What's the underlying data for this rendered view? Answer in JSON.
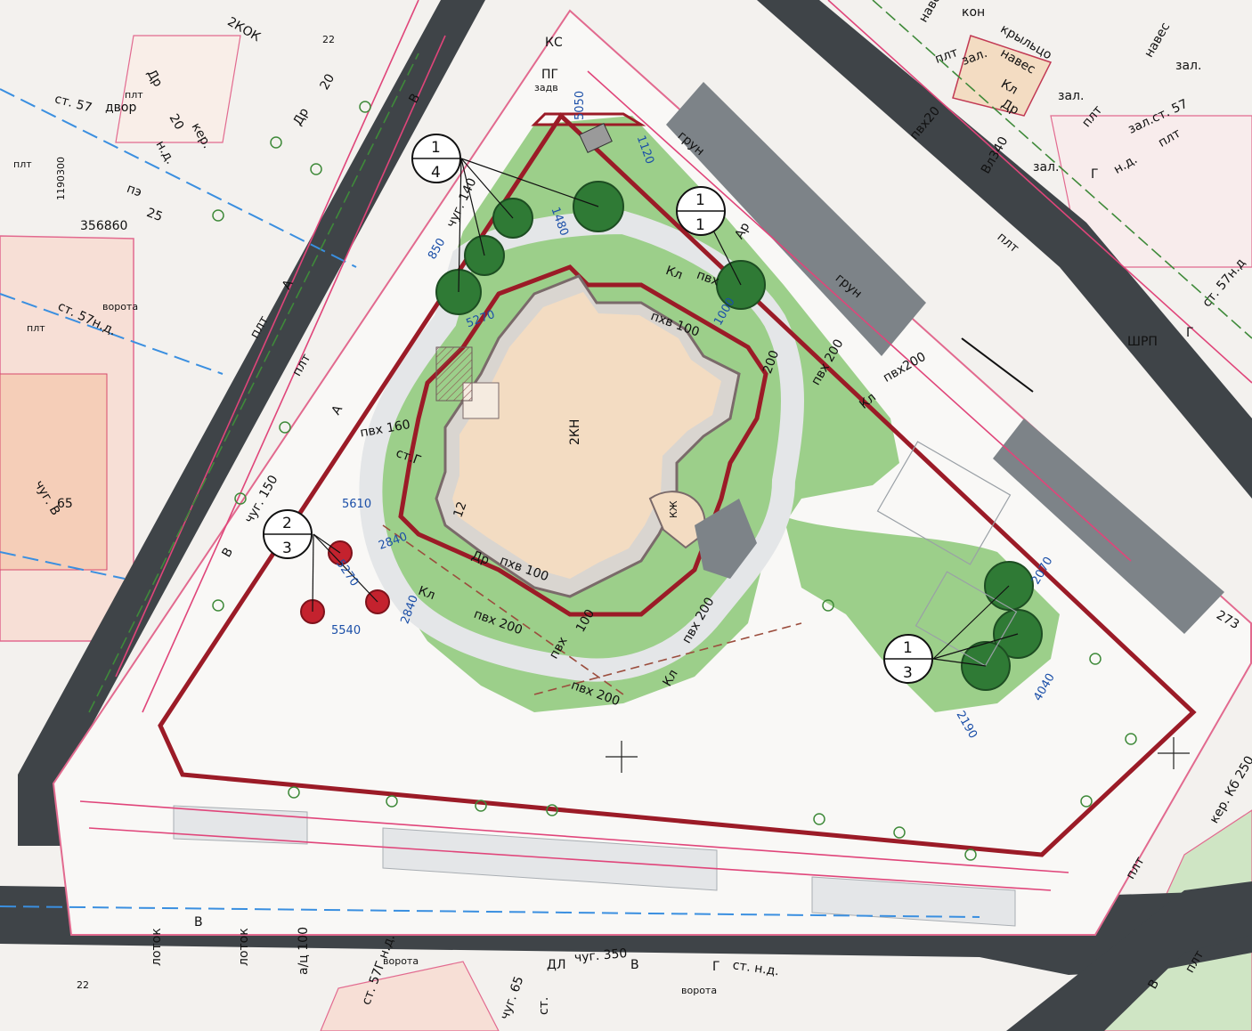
{
  "building": {
    "label": "2КН",
    "porch_label": "КЖ"
  },
  "callouts": [
    {
      "id": "c14",
      "top": "1",
      "bottom": "4"
    },
    {
      "id": "c11",
      "top": "1",
      "bottom": "1"
    },
    {
      "id": "c23",
      "top": "2",
      "bottom": "3"
    },
    {
      "id": "c13",
      "top": "1",
      "bottom": "3"
    }
  ],
  "dimensions": {
    "d5050": "5050",
    "d1120": "1120",
    "d1480": "1480",
    "d850": "850",
    "d5270a": "5270",
    "d1000": "1000",
    "d5610": "5610",
    "d2840a": "2840",
    "d5270b": "5270",
    "d2840b": "2840",
    "d5540": "5540",
    "d2070": "2070",
    "d4040": "4040",
    "d2190": "2190"
  },
  "labels": {
    "kok": "2КОК",
    "n22a": "22",
    "dr20a": "Др",
    "n20a": "20",
    "dr20b": "Др",
    "n20b": "20",
    "v_top": "В",
    "dvor": "двор",
    "st57": "ст. 57",
    "plt_a": "плт",
    "ker": "кер.",
    "nd_a": "н.д.",
    "pe": "пэ",
    "n25": "25",
    "n1190300": "1190300",
    "n356860": "356860",
    "plt_b": "плт",
    "vorota_a": "ворота",
    "st57nd": "ст. 57н.д.",
    "plt_c": "плт",
    "a_left": "А",
    "a_left2": "А",
    "plt_d": "плт",
    "chug150": "чуг. 150",
    "v_left": "В",
    "chug_b": "чуг. В",
    "n65a": "65",
    "ks": "КС",
    "pg": "ПГ",
    "zadv": "задв",
    "chug140": "чуг. 140",
    "grun_a": "грун",
    "grun_b": "грун",
    "ar": "Ар",
    "kl_a": "Кл",
    "pvh_a": "пвх",
    "phv100a": "пхв 100",
    "pvh200a": "пвх 200",
    "n200a": "200",
    "kl_b": "Кл",
    "pvh200b": "пвх200",
    "pvh160": "пвх 160",
    "dr_b": "Др",
    "phv100b": "пхв 100",
    "kl_c": "Кл",
    "pvh200c": "пвх 200",
    "pvh_b": "пвх",
    "n100": "100",
    "pvh200d": "пвх 200",
    "kl_d": "Кл",
    "pvh200e": "пвх 200",
    "n12": "12",
    "st_g": "ст.Г",
    "kon": "кон",
    "naves_a": "навес",
    "kryltso": "крыльцо",
    "plt_e": "плт",
    "zal_a": "зал.",
    "naves_b": "навес",
    "kl_e": "Кл",
    "dr_c": "Др",
    "pvh20": "пвх20",
    "zal_b": "зал.",
    "plt_f": "плт",
    "zal_st57": "зал.ст. 57",
    "naves_c": "навес",
    "zal_c": "зал.",
    "vl340": "Вл340",
    "zal_d": "зал.",
    "g_a": "Г",
    "nd_b": "н.д.",
    "plt_g": "плт",
    "plt_h": "плт",
    "st57nd_b": "ст. 57н.д",
    "shrp": "ШРП",
    "g_b": "Г",
    "n273": "273",
    "ker_kb": "кер. Кб 250",
    "plt_i": "плт",
    "v_bot": "В",
    "lotok_a": "лоток",
    "lotok_b": "лоток",
    "ats100": "а/ц 100",
    "st57g": "ст. 57Г н.д.",
    "vorota_b": "ворота",
    "chug65": "чуг. 65",
    "st_b": "ст.",
    "dl": "ДЛ",
    "chug350": "чуг. 350",
    "v_bot2": "В",
    "g_c": "Г",
    "st_nd": "ст. н.д.",
    "vorota_c": "ворота",
    "n22b": "22",
    "v_br": "В",
    "plt_j": "плт",
    "plt_k": "плт"
  },
  "colors": {
    "road": "#3f4448",
    "lawn": "#9ccf8a",
    "building": "#f3dcc2",
    "boundary": "#9b1b27",
    "parking": "#7d8388",
    "path": "#e4e6e8",
    "tree": "#2f7a35",
    "shrub": "#c4222e",
    "utility_pink": "#e0457a",
    "utility_green": "#3f8a3a",
    "utility_blue": "#3a8fe0"
  }
}
